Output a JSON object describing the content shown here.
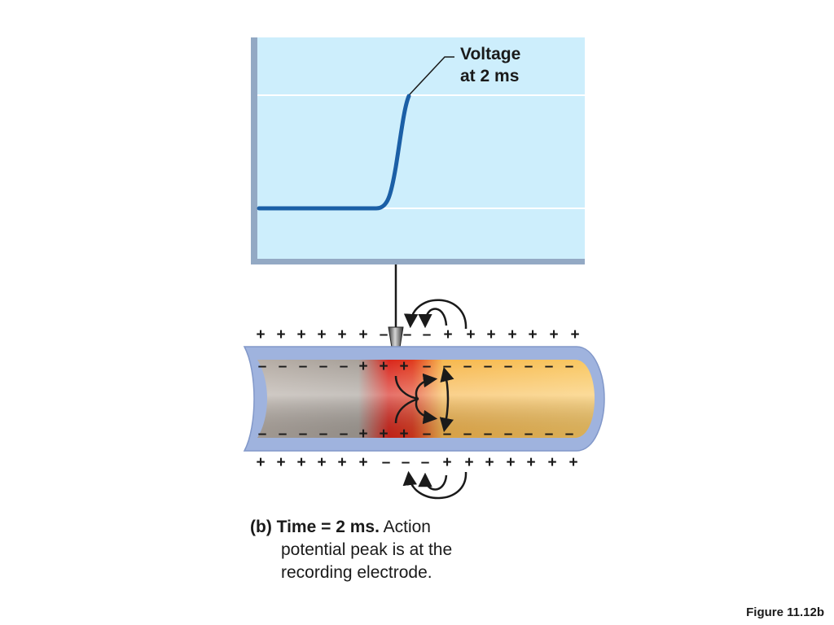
{
  "graph": {
    "trace_label_line1": "Voltage",
    "trace_label_line2": "at 2 ms",
    "colors": {
      "panel": "#cdeefc",
      "trace": "#1b5fa6",
      "gridline": "#ffffff"
    }
  },
  "axon": {
    "outside_top_charges": [
      "+",
      "+",
      "+",
      "+",
      "+",
      "+",
      "–",
      "–",
      "–",
      "+",
      "+",
      "+",
      "+",
      "+",
      "+",
      "+"
    ],
    "outside_bottom_charges": [
      "+",
      "+",
      "+",
      "+",
      "+",
      "+",
      "–",
      "–",
      "–",
      "+",
      "+",
      "+",
      "+",
      "+",
      "+",
      "+"
    ],
    "inside_top_charges": [
      "–",
      "–",
      "–",
      "–",
      "–",
      "+",
      "+",
      "+",
      "–",
      "–",
      "–",
      "–",
      "–",
      "–",
      "–",
      "–"
    ],
    "inside_bottom_charges": [
      "–",
      "–",
      "–",
      "–",
      "–",
      "+",
      "+",
      "+",
      "–",
      "–",
      "–",
      "–",
      "–",
      "–",
      "–",
      "–"
    ],
    "colors": {
      "membrane": "#9fb3de",
      "axoplasm": "#f7c660",
      "active_zone": "#d9261c",
      "resting_zone": "#a8a19a"
    }
  },
  "caption": {
    "bold_part": "(b) Time = 2 ms.",
    "first_line_rest": " Action",
    "line2": "potential peak is at the",
    "line3": "recording electrode."
  },
  "figure_label": "Figure 11.12b"
}
